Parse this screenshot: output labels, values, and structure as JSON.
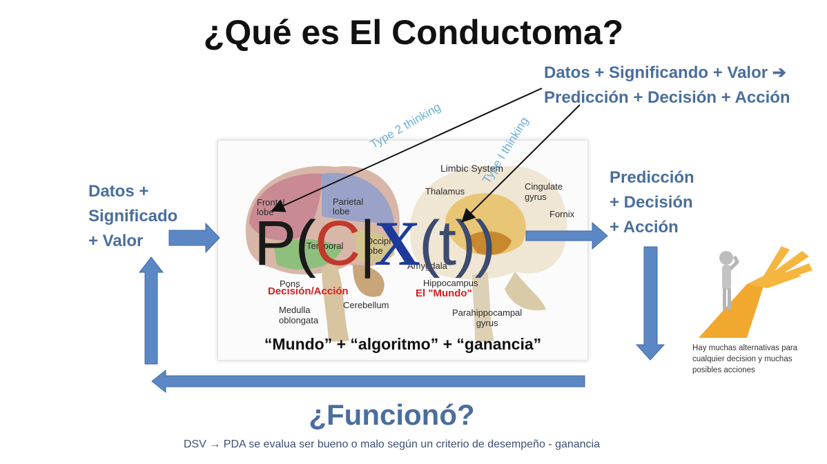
{
  "title": "¿Qué es El Conductoma?",
  "top_right": {
    "line1": "Datos + Significando + Valor ➔",
    "line2": "Predicción + Decisión + Acción"
  },
  "left_block": {
    "line1": "Datos +",
    "line2": "Significado",
    "line3": "+ Valor"
  },
  "right_block": {
    "line1": "Predicción",
    "line2": "+ Decisión",
    "line3": "+ Acción"
  },
  "rotated": {
    "type2": "Type 2 thinking",
    "type1": "Type I thinking"
  },
  "formula": {
    "p": "P(",
    "c": "C",
    "bar": "|",
    "x": "X",
    "open": "(",
    "t": "t",
    "close": "))"
  },
  "brain_labels": {
    "frontal": "Frontal\nlobe",
    "parietal": "Parietal\nlobe",
    "temporal": "Temporal",
    "occipital": "Occipi\nlobe",
    "pons": "Pons",
    "medulla": "Medulla\noblongata",
    "cerebellum": "Cerebellum",
    "limbic": "Limbic System",
    "thalamus": "Thalamus",
    "cingulate": "Cingulate\ngyrus",
    "fornix": "Fornix",
    "amygdala": "Amygdala",
    "hippocampus": "Hippocampus",
    "parahippocampal": "Parahippocampal\ngyrus"
  },
  "red_labels": {
    "decision": "Decisión/Acción",
    "mundo": "El \"Mundo\""
  },
  "mundo_line": "“Mundo” + “algoritmo” + “ganancia”",
  "funciono": "¿Funcionó?",
  "footnote": "DSV → PDA se evalua ser bueno o malo según un criterio de desempeño - ganancia",
  "person_note": "Hay muchas alternativas para cualquier  decision y muchas posibles acciones",
  "colors": {
    "arrow_blue": "#5b87c5",
    "text_blue": "#4a6e9c",
    "red": "#d42020",
    "formula_blue": "#1e3a9a",
    "formula_grey": "#3d4b6e",
    "rotated_text": "#6ab0d8"
  }
}
